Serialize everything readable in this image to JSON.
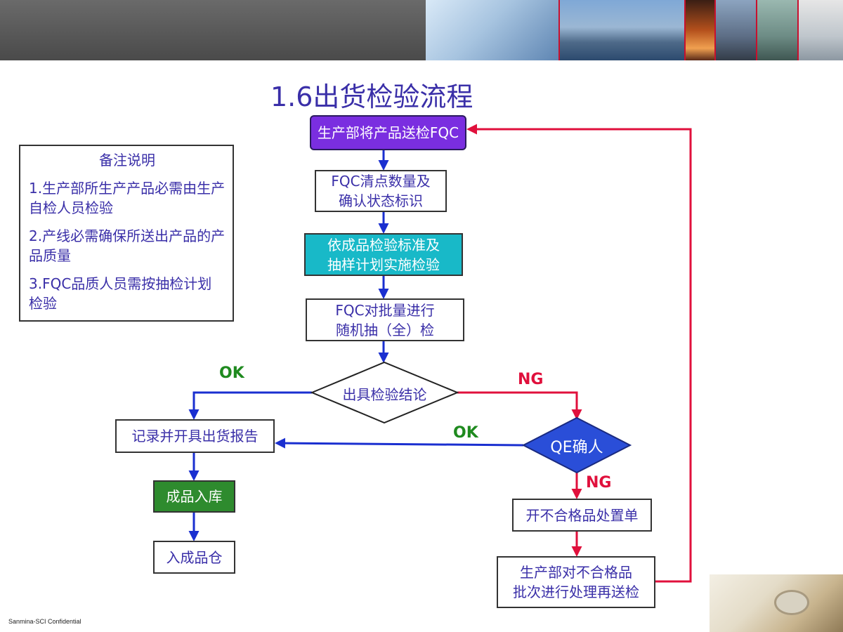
{
  "title": "1.6出货检验流程",
  "notes": {
    "title": "备注说明",
    "items": [
      "1.生产部所生产产品必需由生产自检人员检验",
      "2.产线必需确保所送出产品的产品质量",
      "3.FQC品质人员需按抽检计划检验"
    ]
  },
  "flow": {
    "send_fqc": "生产部将产品送检FQC",
    "count_line1": "FQC清点数量及",
    "count_line2": "确认状态标识",
    "sample_line1": "依成品检验标准及",
    "sample_line2": "抽样计划实施检验",
    "random_line1": "FQC对批量进行",
    "random_line2": "随机抽（全）检",
    "conclusion": "出具检验结论",
    "report": "记录并开具出货报告",
    "warehouse_in": "成品入库",
    "to_warehouse": "入成品仓",
    "qe_confirm": "QE确人",
    "nonconforming": "开不合格品处置单",
    "rework_line1": "生产部对不合格品",
    "rework_line2": "批次进行处理再送检",
    "ok_label_1": "OK",
    "ng_label_1": "NG",
    "ok_label_2": "OK",
    "ng_label_2": "NG"
  },
  "colors": {
    "title": "#3a2fa8",
    "arrow_blue": "#1a2fd0",
    "arrow_red": "#e0103c",
    "ok_green": "#1f8a1f",
    "start_box": "#7a2ee0",
    "sample_box": "#18b9c8",
    "store_box": "#2e8b2e",
    "qe_diamond": "#2a4ed8"
  },
  "footer": "Sanmina-SCI Confidential"
}
